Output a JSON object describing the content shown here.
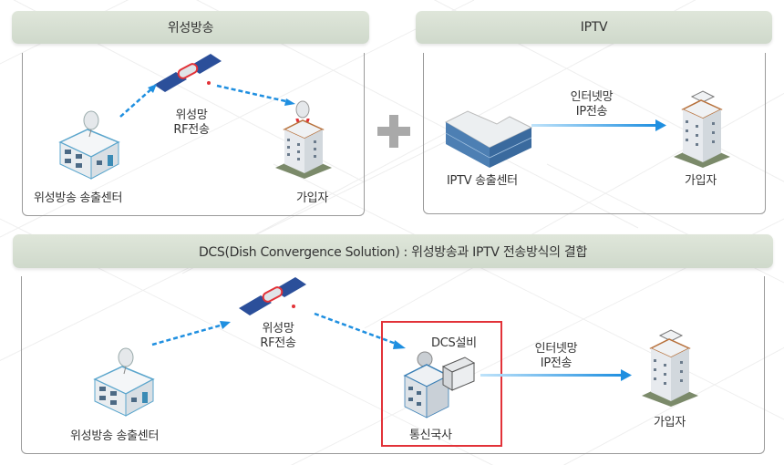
{
  "panels": {
    "satellite": {
      "title": "위성방송",
      "source_label": "위성방송 송출센터",
      "link_label_line1": "위성망",
      "link_label_line2": "RF전송",
      "subscriber_label": "가입자"
    },
    "iptv": {
      "title": "IPTV",
      "source_label": "IPTV 송출센터",
      "link_label_line1": "인터넷망",
      "link_label_line2": "IP전송",
      "subscriber_label": "가입자"
    },
    "dcs": {
      "title": "DCS(Dish Convergence Solution) : 위성방송과 IPTV 전송방식의 결합",
      "source_label": "위성방송 송출센터",
      "sat_link_label_line1": "위성망",
      "sat_link_label_line2": "RF전송",
      "equipment_label": "DCS설비",
      "office_label": "통신국사",
      "ip_link_label_line1": "인터넷망",
      "ip_link_label_line2": "IP전송",
      "subscriber_label": "가입자"
    }
  },
  "operator": "+",
  "colors": {
    "header_bg": "#d4ddd0",
    "arrow_blue": "#1f8fe0",
    "highlight_red": "#e23238",
    "plus_gray": "#a9a9a9"
  }
}
